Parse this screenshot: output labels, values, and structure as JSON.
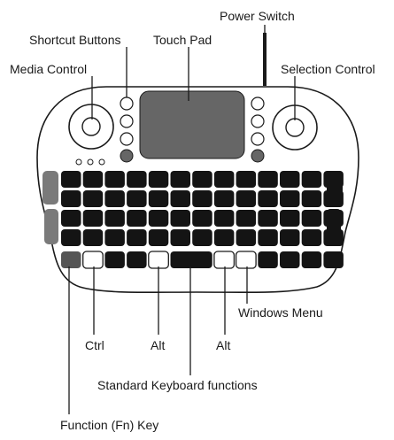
{
  "labels": {
    "power_switch": "Power Switch",
    "shortcut_buttons": "Shortcut Buttons",
    "touch_pad": "Touch Pad",
    "media_control": "Media Control",
    "selection_control": "Selection Control",
    "windows_menu": "Windows Menu",
    "ctrl": "Ctrl",
    "alt_left": "Alt",
    "alt_right": "Alt",
    "standard_keyboard_functions": "Standard Keyboard functions",
    "function_fn_key": "Function (Fn) Key"
  },
  "keyboard": {
    "rows": 5,
    "columns": 13,
    "key_color": "#141414",
    "highlight_key_color": "#ffffff",
    "side_key_color": "#7a7a7a",
    "fn_key_color": "#555555"
  }
}
